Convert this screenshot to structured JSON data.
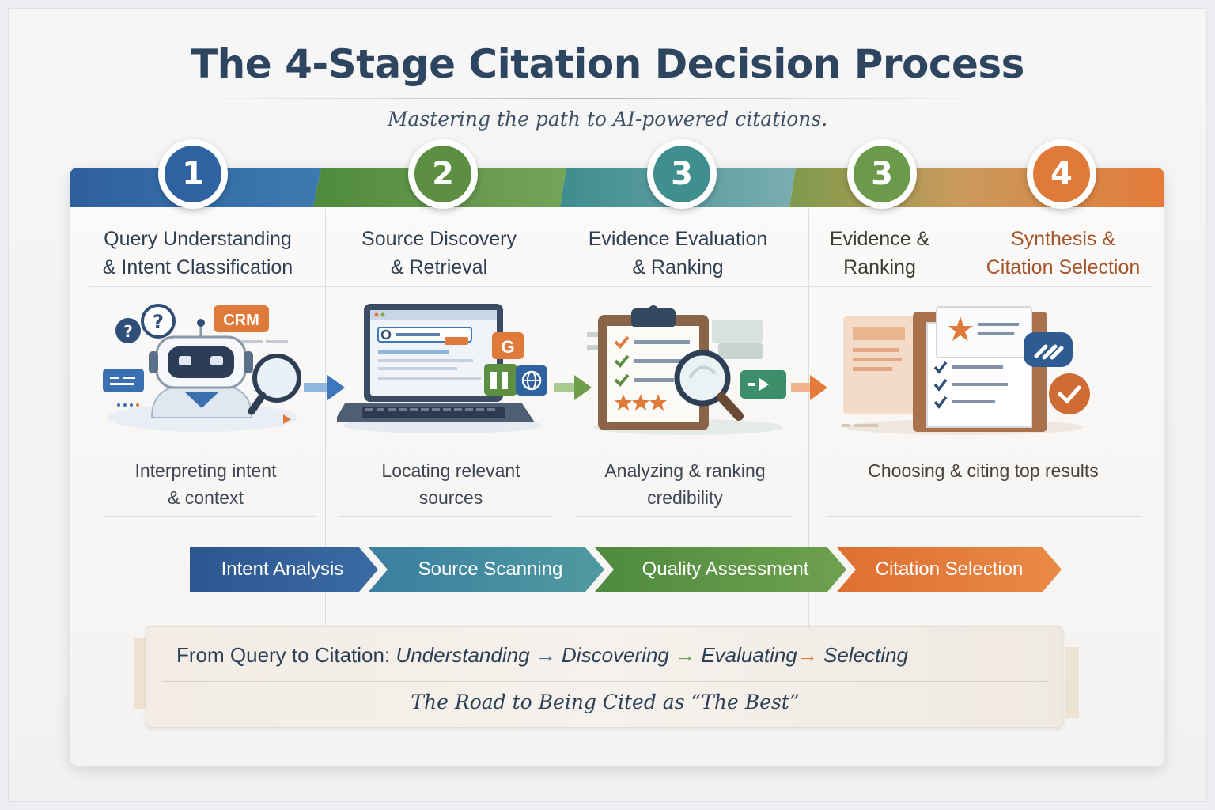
{
  "header": {
    "title": "The 4-Stage Citation Decision Process",
    "subtitle": "Mastering the path to AI-powered citations."
  },
  "colors": {
    "blue": "#2f62a1",
    "green": "#5d8f42",
    "teal": "#3f8f8f",
    "orange": "#e0783a",
    "dark_text": "#2e4560"
  },
  "stages": [
    {
      "number": "1",
      "title_line1": "Query Understanding",
      "title_line2": "& Intent Classification",
      "desc_line1": "Interpreting intent",
      "desc_line2": "& context",
      "illustration": "robot-with-magnifier",
      "chip": "CRM"
    },
    {
      "number": "2",
      "title_line1": "Source Discovery",
      "title_line2": "& Retrieval",
      "desc_line1": "Locating relevant",
      "desc_line2": "sources",
      "illustration": "laptop-search",
      "chip": "G"
    },
    {
      "number": "3",
      "title_line1": "Evidence Evaluation",
      "title_line2": "& Ranking",
      "desc_line1": "Analyzing & ranking",
      "desc_line2": "credibility",
      "illustration": "clipboard-checklist"
    },
    {
      "number": "3",
      "title_line1": "Evidence &",
      "title_line2": "Ranking",
      "desc_line1": "Choosing & citing top results",
      "illustration": "documents-citation"
    },
    {
      "number": "4",
      "title_line1": "Synthesis &",
      "title_line2": "Citation Selection",
      "illustration": "link-checkmark"
    }
  ],
  "flow": [
    "Intent Analysis",
    "Source Scanning",
    "Quality Assessment",
    "Citation Selection"
  ],
  "summary": {
    "lead": "From Query to Citation:",
    "steps": [
      "Understanding",
      "Discovering",
      "Evaluating",
      "Selecting"
    ],
    "arrow": "→",
    "tagline": "The Road to Being Cited as “The Best”"
  }
}
